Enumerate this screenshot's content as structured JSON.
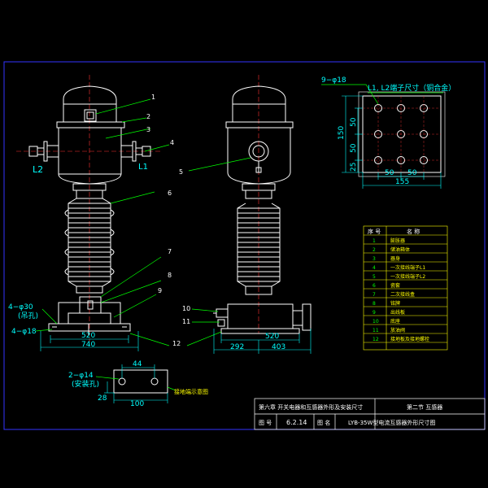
{
  "colors": {
    "background": "#000000",
    "frame": "#3333ff",
    "outline": "#ffffff",
    "leader": "#00ff00",
    "dimension": "#00ffff",
    "centerline": "#ff3333",
    "table_line": "#ffff00"
  },
  "front_view": {
    "callouts": [
      "1",
      "2",
      "3",
      "4",
      "5",
      "6",
      "7",
      "8",
      "9",
      "10",
      "11",
      "12"
    ],
    "terminal_left": "L2",
    "terminal_right": "L1",
    "hole_large": "4−φ30",
    "hole_large_note": "(吊孔)",
    "hole_small": "4−φ18",
    "dim_inner": "520",
    "dim_outer": "740"
  },
  "side_view": {
    "dim_base": "520",
    "dim_left": "292",
    "dim_right": "403"
  },
  "terminal_detail": {
    "hole_note": "9−φ18",
    "title": "L1, L2端子尺寸（铜合金）",
    "dim_height": "150",
    "dim_v1": "50",
    "dim_v2": "50",
    "dim_v3": "25",
    "dim_h1": "50",
    "dim_h2": "50",
    "dim_width": "155"
  },
  "nameplate_detail": {
    "hole_note": "2−φ14",
    "hole_note_sub": "(安装孔)",
    "dim_top": "44",
    "dim_left": "28",
    "dim_bottom": "100",
    "label": "接地端示意图"
  },
  "parts_table": {
    "header_no": "序 号",
    "header_name": "名 称",
    "rows": [
      {
        "no": "1",
        "name": "膨胀器"
      },
      {
        "no": "2",
        "name": "储油箱体"
      },
      {
        "no": "3",
        "name": "器身"
      },
      {
        "no": "4",
        "name": "一次接线端子L1"
      },
      {
        "no": "5",
        "name": "一次接线端子L2"
      },
      {
        "no": "6",
        "name": "瓷套"
      },
      {
        "no": "7",
        "name": "二次接线盒"
      },
      {
        "no": "8",
        "name": "铭牌"
      },
      {
        "no": "9",
        "name": "出线板"
      },
      {
        "no": "10",
        "name": "底座"
      },
      {
        "no": "11",
        "name": "放油阀"
      },
      {
        "no": "12",
        "name": "接地板及接地螺栓"
      }
    ]
  },
  "title_block": {
    "chapter": "第六章  开关电器和互感器外形及安装尺寸",
    "section": "第二节  互感器",
    "drawing_no_label": "图 号",
    "drawing_no": "6.2.14",
    "drawing_name_label": "图 名",
    "drawing_name": "LYB-35W型电流互感器外形尺寸图"
  }
}
